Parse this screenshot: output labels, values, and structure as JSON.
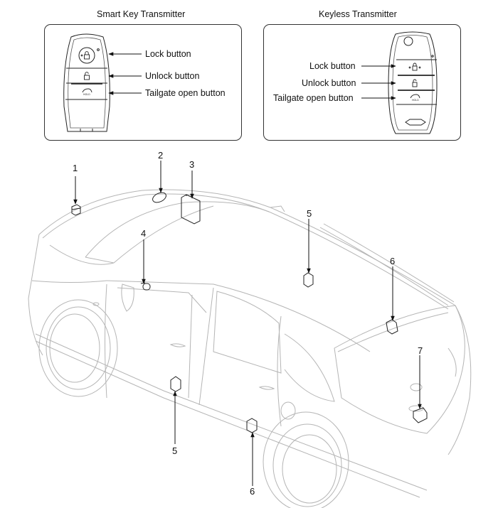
{
  "smart_key": {
    "title": "Smart Key Transmitter",
    "buttons": [
      {
        "label": "Lock button",
        "icon": "lock-icon"
      },
      {
        "label": "Unlock button",
        "icon": "unlock-icon"
      },
      {
        "label": "Tailgate open button",
        "icon": "tailgate-icon"
      }
    ],
    "hold_text": "HOLD"
  },
  "keyless": {
    "title": "Keyless Transmitter",
    "buttons": [
      {
        "label": "Lock button",
        "icon": "lock-icon"
      },
      {
        "label": "Unlock button",
        "icon": "unlock-icon"
      },
      {
        "label": "Tailgate open button",
        "icon": "tailgate-icon"
      }
    ],
    "hold_text": "HOLD"
  },
  "components": [
    {
      "number": "1",
      "shape": "small-box"
    },
    {
      "number": "2",
      "shape": "disc"
    },
    {
      "number": "3",
      "shape": "module-box"
    },
    {
      "number": "4",
      "shape": "door-handle-sensor"
    },
    {
      "number": "5",
      "shape": "hexagon-antenna",
      "location": "interior"
    },
    {
      "number": "5",
      "shape": "hexagon-antenna",
      "location": "door"
    },
    {
      "number": "6",
      "shape": "hexagon-antenna",
      "location": "rear"
    },
    {
      "number": "6",
      "shape": "hexagon-antenna",
      "location": "rear-door"
    },
    {
      "number": "7",
      "shape": "tailgate-antenna"
    }
  ],
  "colors": {
    "line": "#111111",
    "car_outline": "#b5b5b5"
  }
}
